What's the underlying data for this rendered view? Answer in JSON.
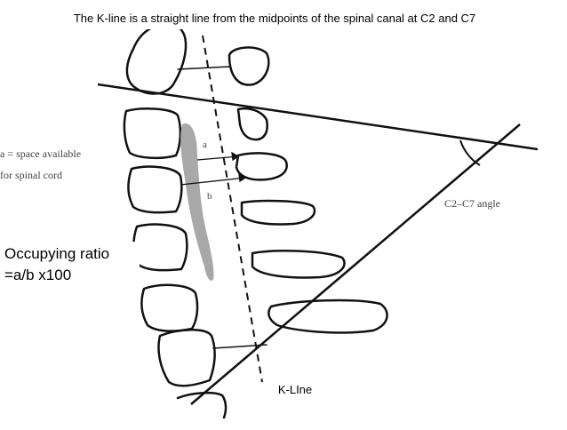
{
  "caption": "The K-line is a straight line from the midpoints of the spinal canal at C2 and C7",
  "occupying_ratio": {
    "line1": "Occupying ratio",
    "line2": "=a/b x100"
  },
  "kline_label": "K-LIne",
  "scan_text": {
    "space_available_1": "a = space available",
    "space_available_2": "for spinal cord",
    "angle_label": "C2–C7 angle",
    "a": "a",
    "b": "b"
  },
  "colors": {
    "line": "#111111",
    "cord": "#a8a8a8",
    "background": "#ffffff"
  }
}
